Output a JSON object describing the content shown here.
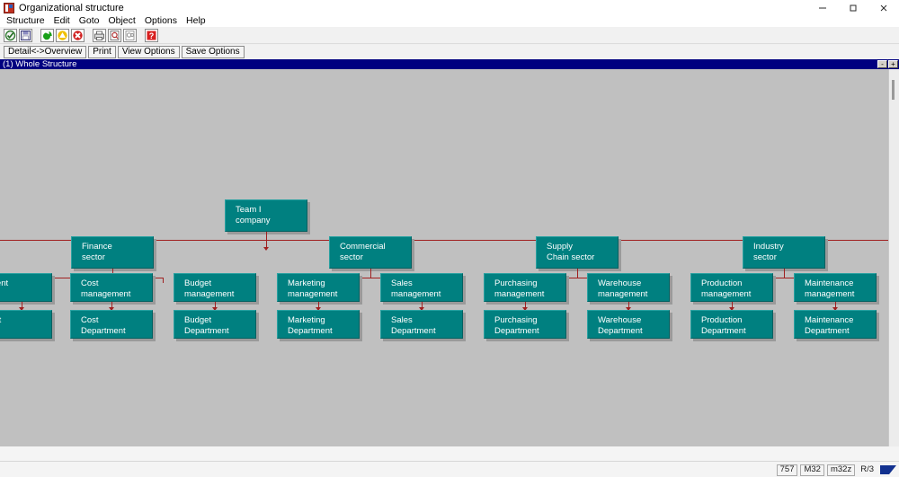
{
  "window": {
    "title": "Organizational structure",
    "icon": "sap-app-icon",
    "controls": [
      {
        "name": "minimize",
        "glyph": "–"
      },
      {
        "name": "maximize",
        "glyph": "⬜"
      },
      {
        "name": "close",
        "glyph": "✕"
      }
    ]
  },
  "menubar": {
    "items": [
      "Structure",
      "Edit",
      "Goto",
      "Object",
      "Options",
      "Help"
    ]
  },
  "icon_toolbar": {
    "icons": [
      {
        "name": "check-enter-icon",
        "title": "Enter"
      },
      {
        "name": "save-icon",
        "title": "Save"
      },
      {
        "name": "back-green-arrow-icon",
        "title": "Back"
      },
      {
        "name": "exit-yellow-arrow-icon",
        "title": "Exit"
      },
      {
        "name": "cancel-red-x-icon",
        "title": "Cancel"
      },
      {
        "name": "print-icon",
        "title": "Print"
      },
      {
        "name": "find-icon",
        "title": "Find"
      },
      {
        "name": "find-next-icon",
        "title": "Find next"
      },
      {
        "name": "help-icon",
        "title": "Help"
      }
    ]
  },
  "button_toolbar": {
    "buttons": [
      {
        "name": "detail-overview-button",
        "label": "Detail<->Overview"
      },
      {
        "name": "print-button",
        "label": "Print"
      },
      {
        "name": "view-options-button",
        "label": "View Options"
      },
      {
        "name": "save-options-button",
        "label": "Save Options"
      }
    ]
  },
  "mdi_window": {
    "title": "(1) Whole Structure",
    "controls": [
      {
        "name": "mdi-minimize",
        "glyph": "-"
      },
      {
        "name": "mdi-restore",
        "glyph": "+"
      }
    ]
  },
  "org_chart": {
    "root": {
      "line1": "Team I",
      "line2": "company"
    },
    "sectors": [
      {
        "line1": "Finance",
        "line2": "sector"
      },
      {
        "line1": "Commercial",
        "line2": "sector"
      },
      {
        "line1": "Supply",
        "line2": "Chain sector"
      },
      {
        "line1": "Industry",
        "line2": "sector"
      }
    ],
    "management": [
      {
        "line1": "",
        "line2": "ment",
        "clipped": true
      },
      {
        "line1": "Cost",
        "line2": "management"
      },
      {
        "line1": "Budget",
        "line2": "management"
      },
      {
        "line1": "Marketing",
        "line2": "management"
      },
      {
        "line1": "Sales",
        "line2": "management"
      },
      {
        "line1": "Purchasing",
        "line2": "management"
      },
      {
        "line1": "Warehouse",
        "line2": "management"
      },
      {
        "line1": "Production",
        "line2": "management"
      },
      {
        "line1": "Maintenance",
        "line2": "management"
      }
    ],
    "departments": [
      {
        "line1": "",
        "line2": "ent",
        "clipped": true
      },
      {
        "line1": "Cost",
        "line2": "Department"
      },
      {
        "line1": "Budget",
        "line2": "Department"
      },
      {
        "line1": "Marketing",
        "line2": "Department"
      },
      {
        "line1": "Sales",
        "line2": "Department"
      },
      {
        "line1": "Purchasing",
        "line2": "Department"
      },
      {
        "line1": "Warehouse",
        "line2": "Department"
      },
      {
        "line1": "Production",
        "line2": "Department"
      },
      {
        "line1": "Maintenance",
        "line2": "Department"
      }
    ],
    "colors": {
      "node_fill": "#008080",
      "node_text": "#ffffff",
      "connector": "#a02020",
      "canvas": "#c0c0c0"
    }
  },
  "status_bar": {
    "fields": [
      {
        "name": "status-session",
        "value": "757"
      },
      {
        "name": "status-system",
        "value": "M32"
      },
      {
        "name": "status-instance",
        "value": "m32z"
      },
      {
        "name": "status-product",
        "value": "R/3"
      }
    ],
    "logo": "sap-r3-logo"
  }
}
